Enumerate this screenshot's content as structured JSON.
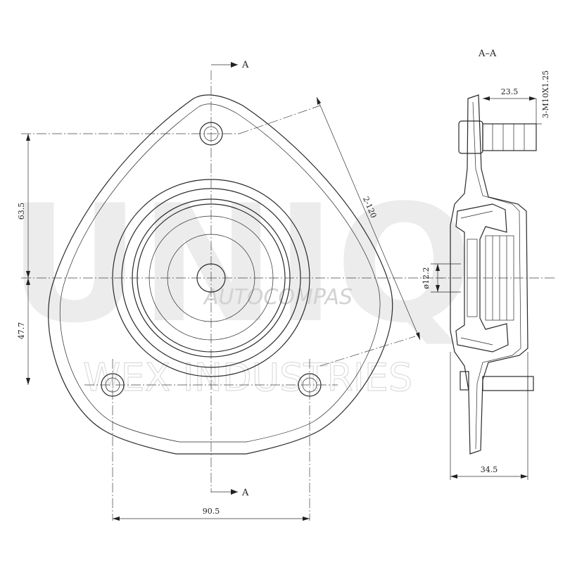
{
  "watermark": {
    "brand": "UNIQ",
    "line1": "AUTOCOMPAS",
    "line2": "WEX INDUSTRIES"
  },
  "labels": {
    "section_top": "A",
    "section_bottom": "A",
    "section_view": "A–A"
  },
  "dimensions": {
    "d_63_5": "63.5",
    "d_47_7": "47.7",
    "d_90_5": "90.5",
    "d_2_120": "2-120",
    "d_23_5": "23.5",
    "d_thread": "3-M10X1.25",
    "d_bore": "ø12.2",
    "d_34_5": "34.5"
  }
}
